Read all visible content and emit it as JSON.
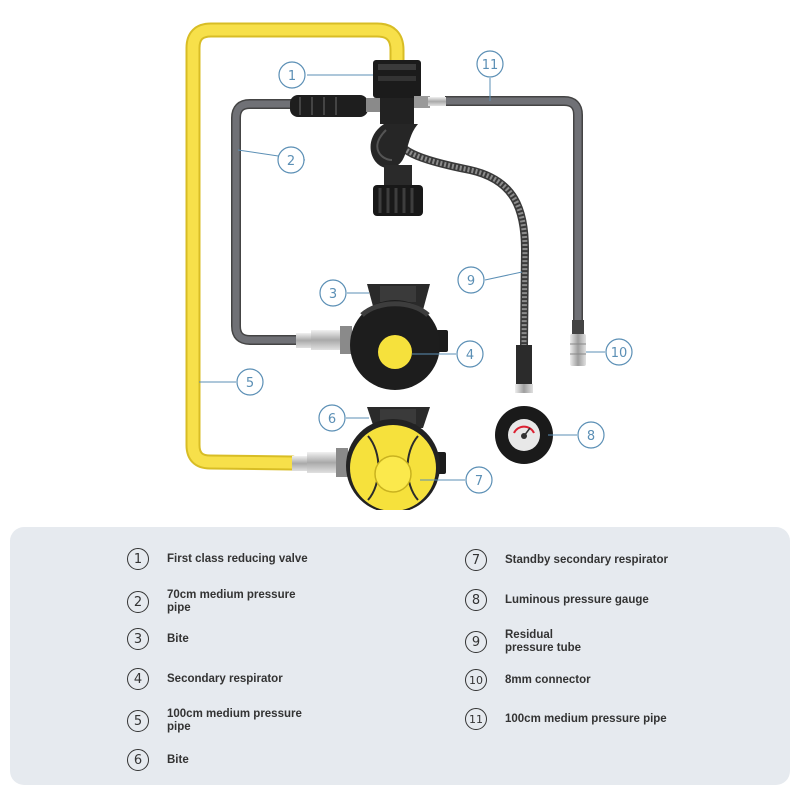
{
  "callouts": [
    "1",
    "2",
    "3",
    "4",
    "5",
    "6",
    "7",
    "8",
    "9",
    "10",
    "11"
  ],
  "legend": [
    {
      "num": "1",
      "text": "First class reducing valve"
    },
    {
      "num": "2",
      "text": "70cm medium pressure pipe"
    },
    {
      "num": "3",
      "text": "Bite"
    },
    {
      "num": "4",
      "text": "Secondary respirator"
    },
    {
      "num": "5",
      "text": "100cm medium pressure pipe"
    },
    {
      "num": "6",
      "text": "Bite"
    },
    {
      "num": "7",
      "text": "Standby secondary respirator"
    },
    {
      "num": "8",
      "text": "Luminous pressure gauge"
    },
    {
      "num": "9",
      "text": "Residual pressure tube"
    },
    {
      "num": "10",
      "text": "8mm connector"
    },
    {
      "num": "11",
      "text": "100cm medium pressure pipe"
    }
  ],
  "colors": {
    "yellow_hose": "#f7e04a",
    "gray_hose": "#646569",
    "callout": "#5b8fb5",
    "panel": "#e6eaef",
    "regulator_yellow": "#f6e13c"
  }
}
